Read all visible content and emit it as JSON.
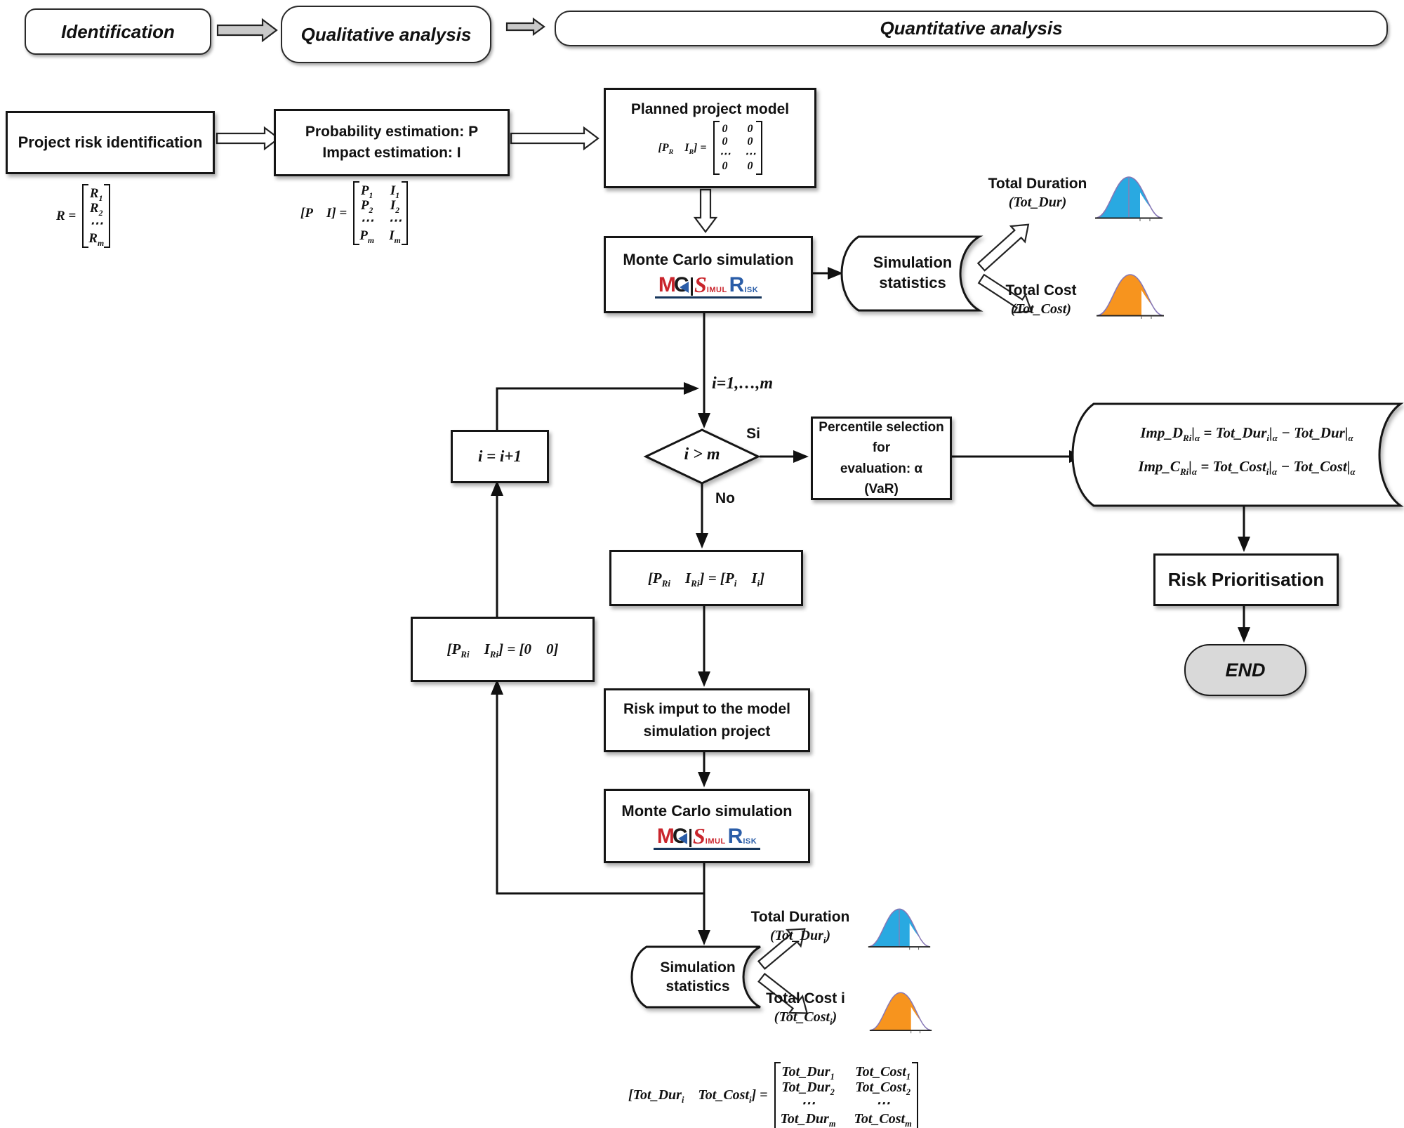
{
  "header": {
    "identification": "Identification",
    "qualitative": "Qualitative analysis",
    "quantitative": "Quantitative analysis"
  },
  "boxes": {
    "project_risk": "Project risk identification",
    "probability_line1": "Probability estimation: P",
    "probability_line2": "Impact estimation: I",
    "planned_title": "Planned project model",
    "mc1_title": "Monte Carlo simulation",
    "mc2_title": "Monte Carlo simulation",
    "risk_input_line1": "Risk imput to the model",
    "risk_input_line2": "simulation project",
    "percentile_line1": "Percentile selection for",
    "percentile_line2": "evaluation: α",
    "percentile_line3": "(VaR)",
    "risk_prioritisation": "Risk Prioritisation",
    "end": "END",
    "increment": "i = i+1",
    "decision": "i > m"
  },
  "labels": {
    "loop_init": "i=1,…,m",
    "yes": "Si",
    "no": "No",
    "stats1_line1": "Simulation",
    "stats1_line2": "statistics",
    "stats2_line1": "Simulation",
    "stats2_line2": "statistics",
    "total_duration": "Total Duration",
    "tot_dur": "(Tot_Dur)",
    "total_cost": "Total Cost",
    "tot_cost": "(Tot_Cost)",
    "total_duration_i": "Total Duration",
    "tot_dur_i": "(Tot_Dur_{i})",
    "total_cost_i": "Total Cost i",
    "tot_cost_i": "(Tot_Cost_{i})"
  },
  "math": {
    "r_lhs": "R =",
    "r_rows": [
      "R_{1}",
      "R_{2}",
      "⋯",
      "R_{m}"
    ],
    "pi_lhs": "[P  I] =",
    "pi_cells": [
      "P_{1}",
      "I_{1}",
      "P_{2}",
      "I_{2}",
      "⋯",
      "⋯",
      "P_{m}",
      "I_{m}"
    ],
    "planned_lhs": "[P_{R}  I_{R}] =",
    "planned_cells": [
      "0",
      "0",
      "0",
      "0",
      "⋯",
      "⋯",
      "0",
      "0"
    ],
    "set_pi": "[P_{Ri}  I_{Ri}] = [P_{i}  I_{i}]",
    "set_zero": "[P_{Ri}  I_{Ri}] = [0  0]",
    "imp_d": "Imp_D_{Ri}|_{α} = Tot_Dur_{i}|_{α} − Tot_Dur|_{α}",
    "imp_c": "Imp_C_{Ri}|_{α} = Tot_Cost_{i}|_{α} − Tot_Cost|_{α}",
    "result_lhs": "[Tot_Dur_{i}  Tot_Cost_{i}] =",
    "result_cells": [
      "Tot_Dur_{1}",
      "Tot_Cost_{1}",
      "Tot_Dur_{2}",
      "Tot_Cost_{2}",
      "⋯",
      "⋯",
      "Tot_Dur_{m}",
      "Tot_Cost_{m}"
    ]
  },
  "logo": {
    "m": "M",
    "c": "C",
    "s": "S",
    "imul": "IMUL",
    "r": "R",
    "isk": "ISK"
  },
  "colors": {
    "duration_curve": "#29a9e1",
    "cost_curve": "#f7941e",
    "curve_outline": "#8677b6",
    "end_fill": "#d9d9d9",
    "logo_red": "#c9252c",
    "logo_blue": "#2a5da8"
  }
}
